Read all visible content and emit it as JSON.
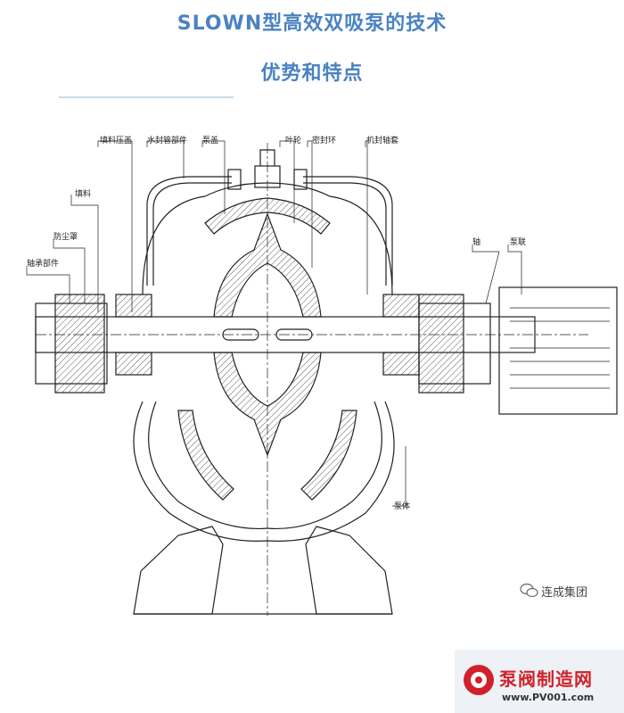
{
  "header": {
    "title_line1": "SLOWN型高效双吸泵的技术",
    "title_line2": "优势和特点"
  },
  "labels": {
    "packing_gland": "填料压盖",
    "water_seal_pipe": "水封管部件",
    "pump_cover": "泵盖",
    "impeller": "叶轮",
    "seal_ring": "密封环",
    "mech_seal_sleeve": "机封轴套",
    "packing": "填料",
    "dust_cover": "防尘罩",
    "bearing_parts": "轴承部件",
    "shaft": "轴",
    "coupling": "泵联",
    "pump_body": "泵体"
  },
  "watermark": {
    "text": "连成集团",
    "icon": "wechat-icon"
  },
  "logo": {
    "name_cn": "泵阀制造网",
    "url": "www.PV001.com",
    "accent": "#d0212a"
  }
}
